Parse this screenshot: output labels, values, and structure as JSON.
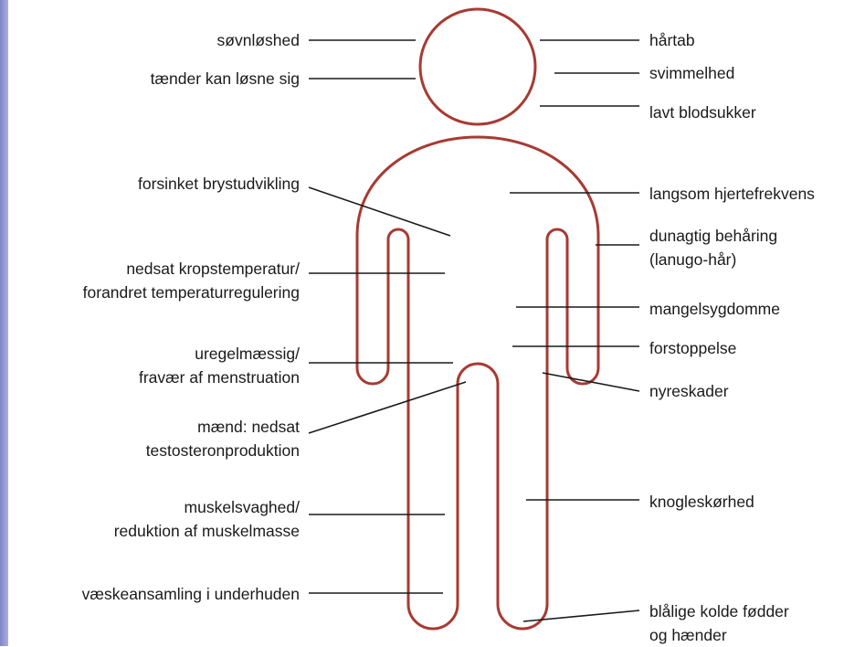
{
  "labels_left": [
    {
      "id": "sovnloshed",
      "lines": [
        "søvnløshed"
      ]
    },
    {
      "id": "taender",
      "lines": [
        "tænder kan løsne sig"
      ]
    },
    {
      "id": "bryst",
      "lines": [
        "forsinket brystudvikling"
      ]
    },
    {
      "id": "kropstemp",
      "lines": [
        "nedsat kropstemperatur/",
        "forandret temperaturregulering"
      ]
    },
    {
      "id": "menstruation",
      "lines": [
        "uregelmæssig/",
        "fravær af menstruation"
      ]
    },
    {
      "id": "testosteron",
      "lines": [
        "mænd: nedsat",
        "testosteronproduktion"
      ]
    },
    {
      "id": "muskel",
      "lines": [
        "muskelsvaghed/",
        "reduktion af muskelmasse"
      ]
    },
    {
      "id": "vaeske",
      "lines": [
        "væskeansamling i underhuden"
      ]
    }
  ],
  "labels_right": [
    {
      "id": "hartab",
      "lines": [
        "hårtab"
      ]
    },
    {
      "id": "svimmelhed",
      "lines": [
        "svimmelhed"
      ]
    },
    {
      "id": "blodsukker",
      "lines": [
        "lavt blodsukker"
      ]
    },
    {
      "id": "hjerte",
      "lines": [
        "langsom hjertefrekvens"
      ]
    },
    {
      "id": "lanugo",
      "lines": [
        "dunagtig behåring",
        "(lanugo-hår)"
      ]
    },
    {
      "id": "mangel",
      "lines": [
        "mangelsygdomme"
      ]
    },
    {
      "id": "forstoppelse",
      "lines": [
        "forstoppelse"
      ]
    },
    {
      "id": "nyre",
      "lines": [
        "nyreskader"
      ]
    },
    {
      "id": "knogle",
      "lines": [
        "knogleskørhed"
      ]
    },
    {
      "id": "fodder",
      "lines": [
        "blålige kolde fødder",
        "og hænder"
      ]
    }
  ],
  "colors": {
    "outline": "#a83a32",
    "leader": "#1a1a1a",
    "text": "#1a1a1a",
    "edge": "#8e97d4"
  }
}
